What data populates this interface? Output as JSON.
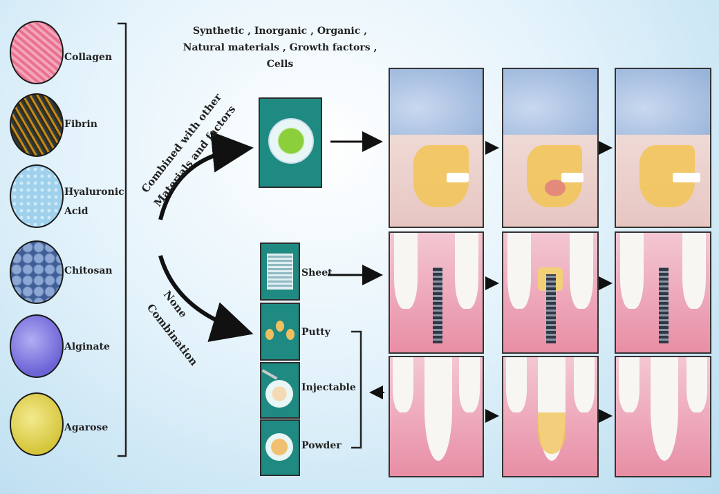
{
  "biomaterials": [
    {
      "label": "Collagen",
      "color": "#e15b83"
    },
    {
      "label": "Fibrin",
      "color": "#6b5314"
    },
    {
      "label": "Hyaluronic Acid",
      "color": "#a8d8f0"
    },
    {
      "label": "Chitosan",
      "color": "#5b7bb6"
    },
    {
      "label": "Alginate",
      "color": "#7e78dd"
    },
    {
      "label": "Agarose",
      "color": "#e6d85b"
    }
  ],
  "materials_header": "Synthetic , Inorganic , Organic , Natural materials , Growth factors , Cells",
  "combined_label": "Combined with other Materials and factors",
  "none_label": "None Combination",
  "forms": [
    "Sheet",
    "Putty",
    "Injectable",
    "Powder"
  ],
  "colors": {
    "scaffold_bg": "#1f8a82",
    "bone": "#f2c55c",
    "gum": "#e66d8a",
    "tooth": "#f7f6f3",
    "implant": "#4a5563"
  }
}
